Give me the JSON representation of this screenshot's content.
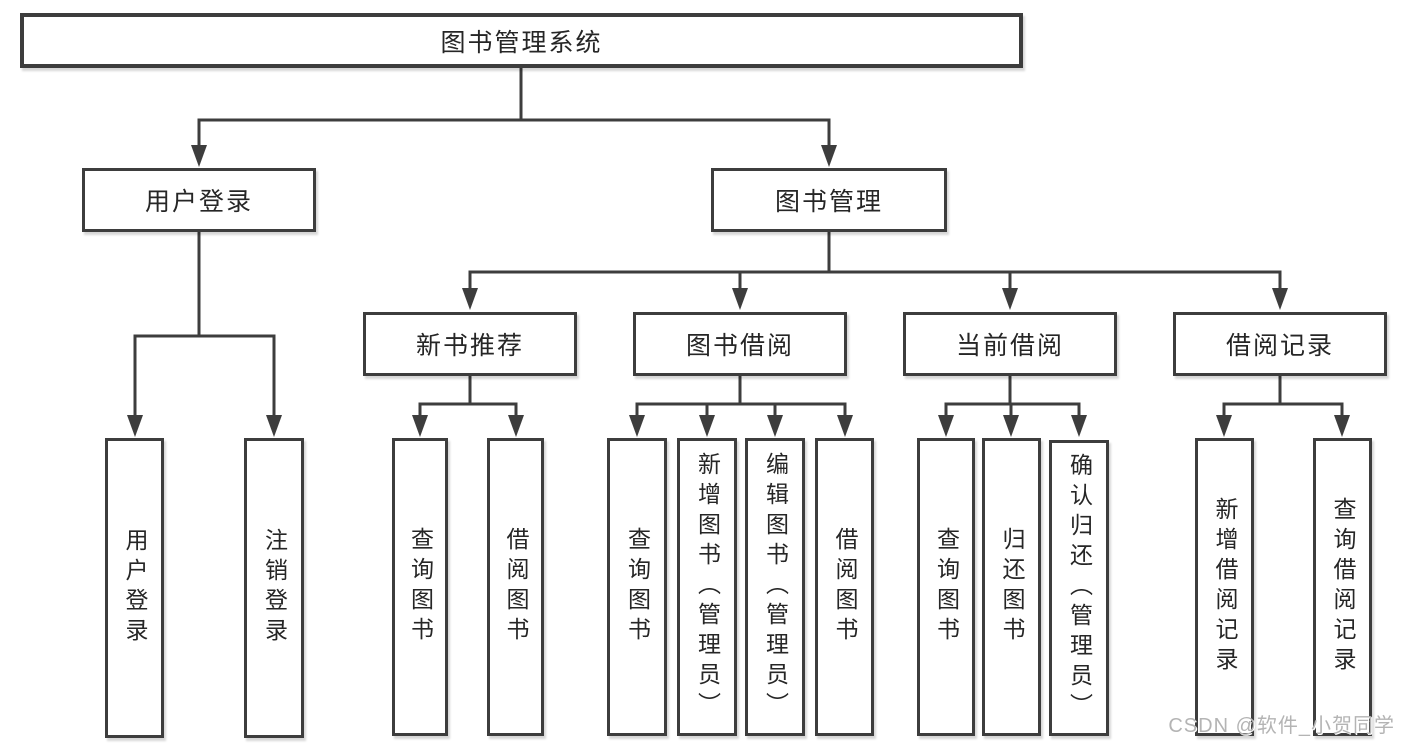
{
  "diagram": {
    "type": "hierarchy-tree",
    "tree": {
      "label": "图书管理系统",
      "children": [
        {
          "label": "用户登录",
          "children": [
            {
              "label": "用户登录"
            },
            {
              "label": "注销登录"
            }
          ]
        },
        {
          "label": "图书管理",
          "children": [
            {
              "label": "新书推荐",
              "children": [
                {
                  "label": "查询图书"
                },
                {
                  "label": "借阅图书"
                }
              ]
            },
            {
              "label": "图书借阅",
              "children": [
                {
                  "label": "查询图书"
                },
                {
                  "label": "新增图书（管理员）"
                },
                {
                  "label": "编辑图书（管理员）"
                },
                {
                  "label": "借阅图书"
                }
              ]
            },
            {
              "label": "当前借阅",
              "children": [
                {
                  "label": "查询图书"
                },
                {
                  "label": "归还图书"
                },
                {
                  "label": "确认归还（管理员）"
                }
              ]
            },
            {
              "label": "借阅记录",
              "children": [
                {
                  "label": "新增借阅记录"
                },
                {
                  "label": "查询借阅记录"
                }
              ]
            }
          ]
        }
      ]
    },
    "colors": {
      "line": "#3d3d3d",
      "box_border": "#3d3d3d",
      "box_background": "#ffffff",
      "text": "#262626",
      "watermark_text": "#b4b4b4",
      "page_background": "#ffffff"
    }
  },
  "watermark": "CSDN @软件_小贺同学"
}
